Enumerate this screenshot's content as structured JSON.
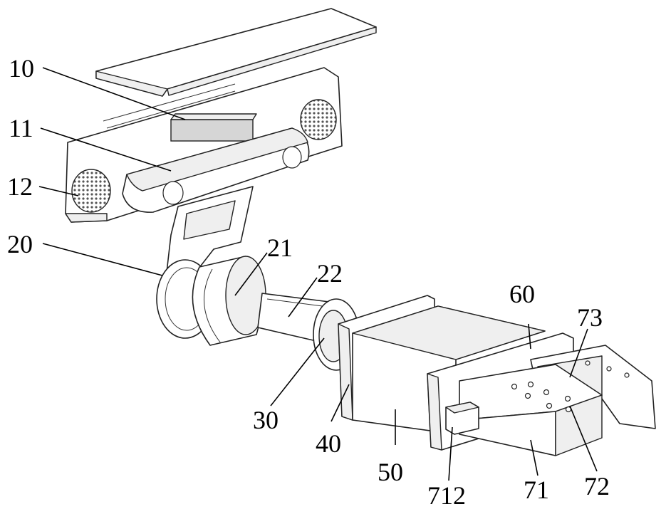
{
  "labels": {
    "l10": "10",
    "l11": "11",
    "l12": "12",
    "l20": "20",
    "l21": "21",
    "l22": "22",
    "l30": "30",
    "l40": "40",
    "l50": "50",
    "l60": "60",
    "l712": "712",
    "l71": "71",
    "l72": "72",
    "l73": "73"
  }
}
